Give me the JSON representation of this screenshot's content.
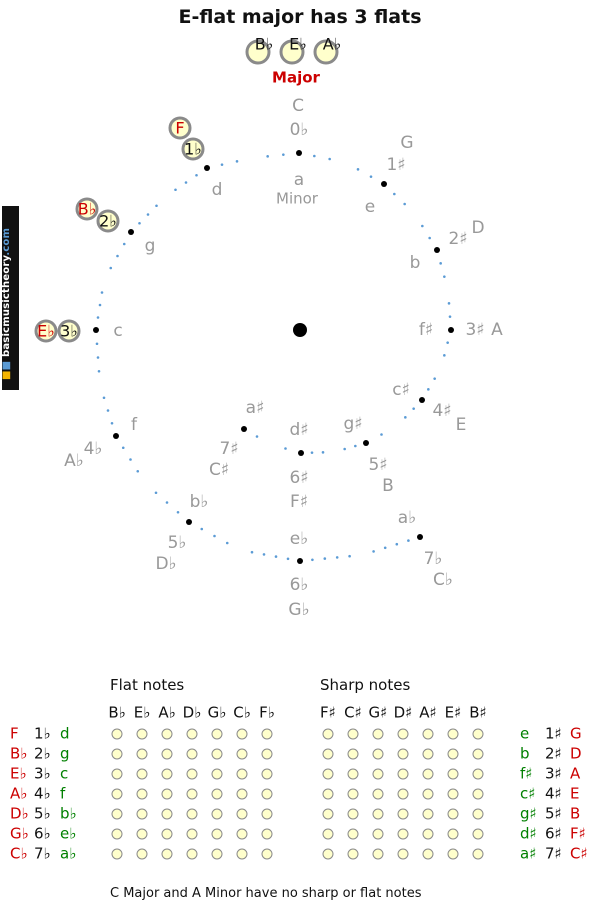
{
  "title": "E-flat major has 3 flats",
  "key_signature": {
    "notes": [
      "B♭",
      "E♭",
      "A♭"
    ],
    "label": "Major"
  },
  "circle_positions": [
    {
      "count": "0♭",
      "major": "C",
      "minor": "a"
    },
    {
      "count": "1♯",
      "major": "G",
      "minor": "e"
    },
    {
      "count": "2♯",
      "major": "D",
      "minor": "b"
    },
    {
      "count": "3♯",
      "major": "A",
      "minor": "f♯"
    },
    {
      "count": "4♯",
      "major": "E",
      "minor": "c♯"
    },
    {
      "count": "5♯",
      "major": "B",
      "minor": "g♯"
    },
    {
      "count": "6♯",
      "major": "F♯",
      "minor": "d♯"
    },
    {
      "count": "7♯",
      "major": "C♯",
      "minor": "a♯"
    },
    {
      "count": "7♭",
      "major": "C♭",
      "minor": "a♭"
    },
    {
      "count": "6♭",
      "major": "G♭",
      "minor": "e♭"
    },
    {
      "count": "5♭",
      "major": "D♭",
      "minor": "b♭"
    },
    {
      "count": "4♭",
      "major": "A♭",
      "minor": "f"
    },
    {
      "count": "3♭",
      "major": "E♭",
      "minor": "c"
    },
    {
      "count": "2♭",
      "major": "B♭",
      "minor": "g"
    },
    {
      "count": "1♭",
      "major": "F",
      "minor": "d"
    }
  ],
  "circle_center_labels": {
    "major": "C",
    "count": "0♭",
    "minor": "a",
    "minor_word": "Minor"
  },
  "highlighted": [
    {
      "note": "F",
      "count": "1♭"
    },
    {
      "note": "B♭",
      "count": "2♭"
    },
    {
      "note": "E♭",
      "count": "3♭"
    }
  ],
  "flat_notes": {
    "title": "Flat notes",
    "columns": [
      "B♭",
      "E♭",
      "A♭",
      "D♭",
      "G♭",
      "C♭",
      "F♭"
    ],
    "rows": [
      {
        "major": "F",
        "count": "1♭",
        "minor": "d"
      },
      {
        "major": "B♭",
        "count": "2♭",
        "minor": "g"
      },
      {
        "major": "E♭",
        "count": "3♭",
        "minor": "c"
      },
      {
        "major": "A♭",
        "count": "4♭",
        "minor": "f"
      },
      {
        "major": "D♭",
        "count": "5♭",
        "minor": "b♭"
      },
      {
        "major": "G♭",
        "count": "6♭",
        "minor": "e♭"
      },
      {
        "major": "C♭",
        "count": "7♭",
        "minor": "a♭"
      }
    ]
  },
  "sharp_notes": {
    "title": "Sharp notes",
    "columns": [
      "F♯",
      "C♯",
      "G♯",
      "D♯",
      "A♯",
      "E♯",
      "B♯"
    ],
    "rows": [
      {
        "minor": "e",
        "count": "1♯",
        "major": "G"
      },
      {
        "minor": "b",
        "count": "2♯",
        "major": "D"
      },
      {
        "minor": "f♯",
        "count": "3♯",
        "major": "A"
      },
      {
        "minor": "c♯",
        "count": "4♯",
        "major": "E"
      },
      {
        "minor": "g♯",
        "count": "5♯",
        "major": "B"
      },
      {
        "minor": "d♯",
        "count": "6♯",
        "major": "F♯"
      },
      {
        "minor": "a♯",
        "count": "7♯",
        "major": "C♯"
      }
    ]
  },
  "footer_note": "C Major and A Minor have no sharp or flat notes",
  "site_banner": {
    "prefix": "basicmusictheory",
    "suffix": ".com"
  },
  "colors": {
    "major": "#cc0000",
    "minor": "#008000",
    "grey": "#999999",
    "dot_blue": "#5b9bd5",
    "circle_fill": "#ffffcc",
    "circle_stroke": "#8a8a8a"
  }
}
